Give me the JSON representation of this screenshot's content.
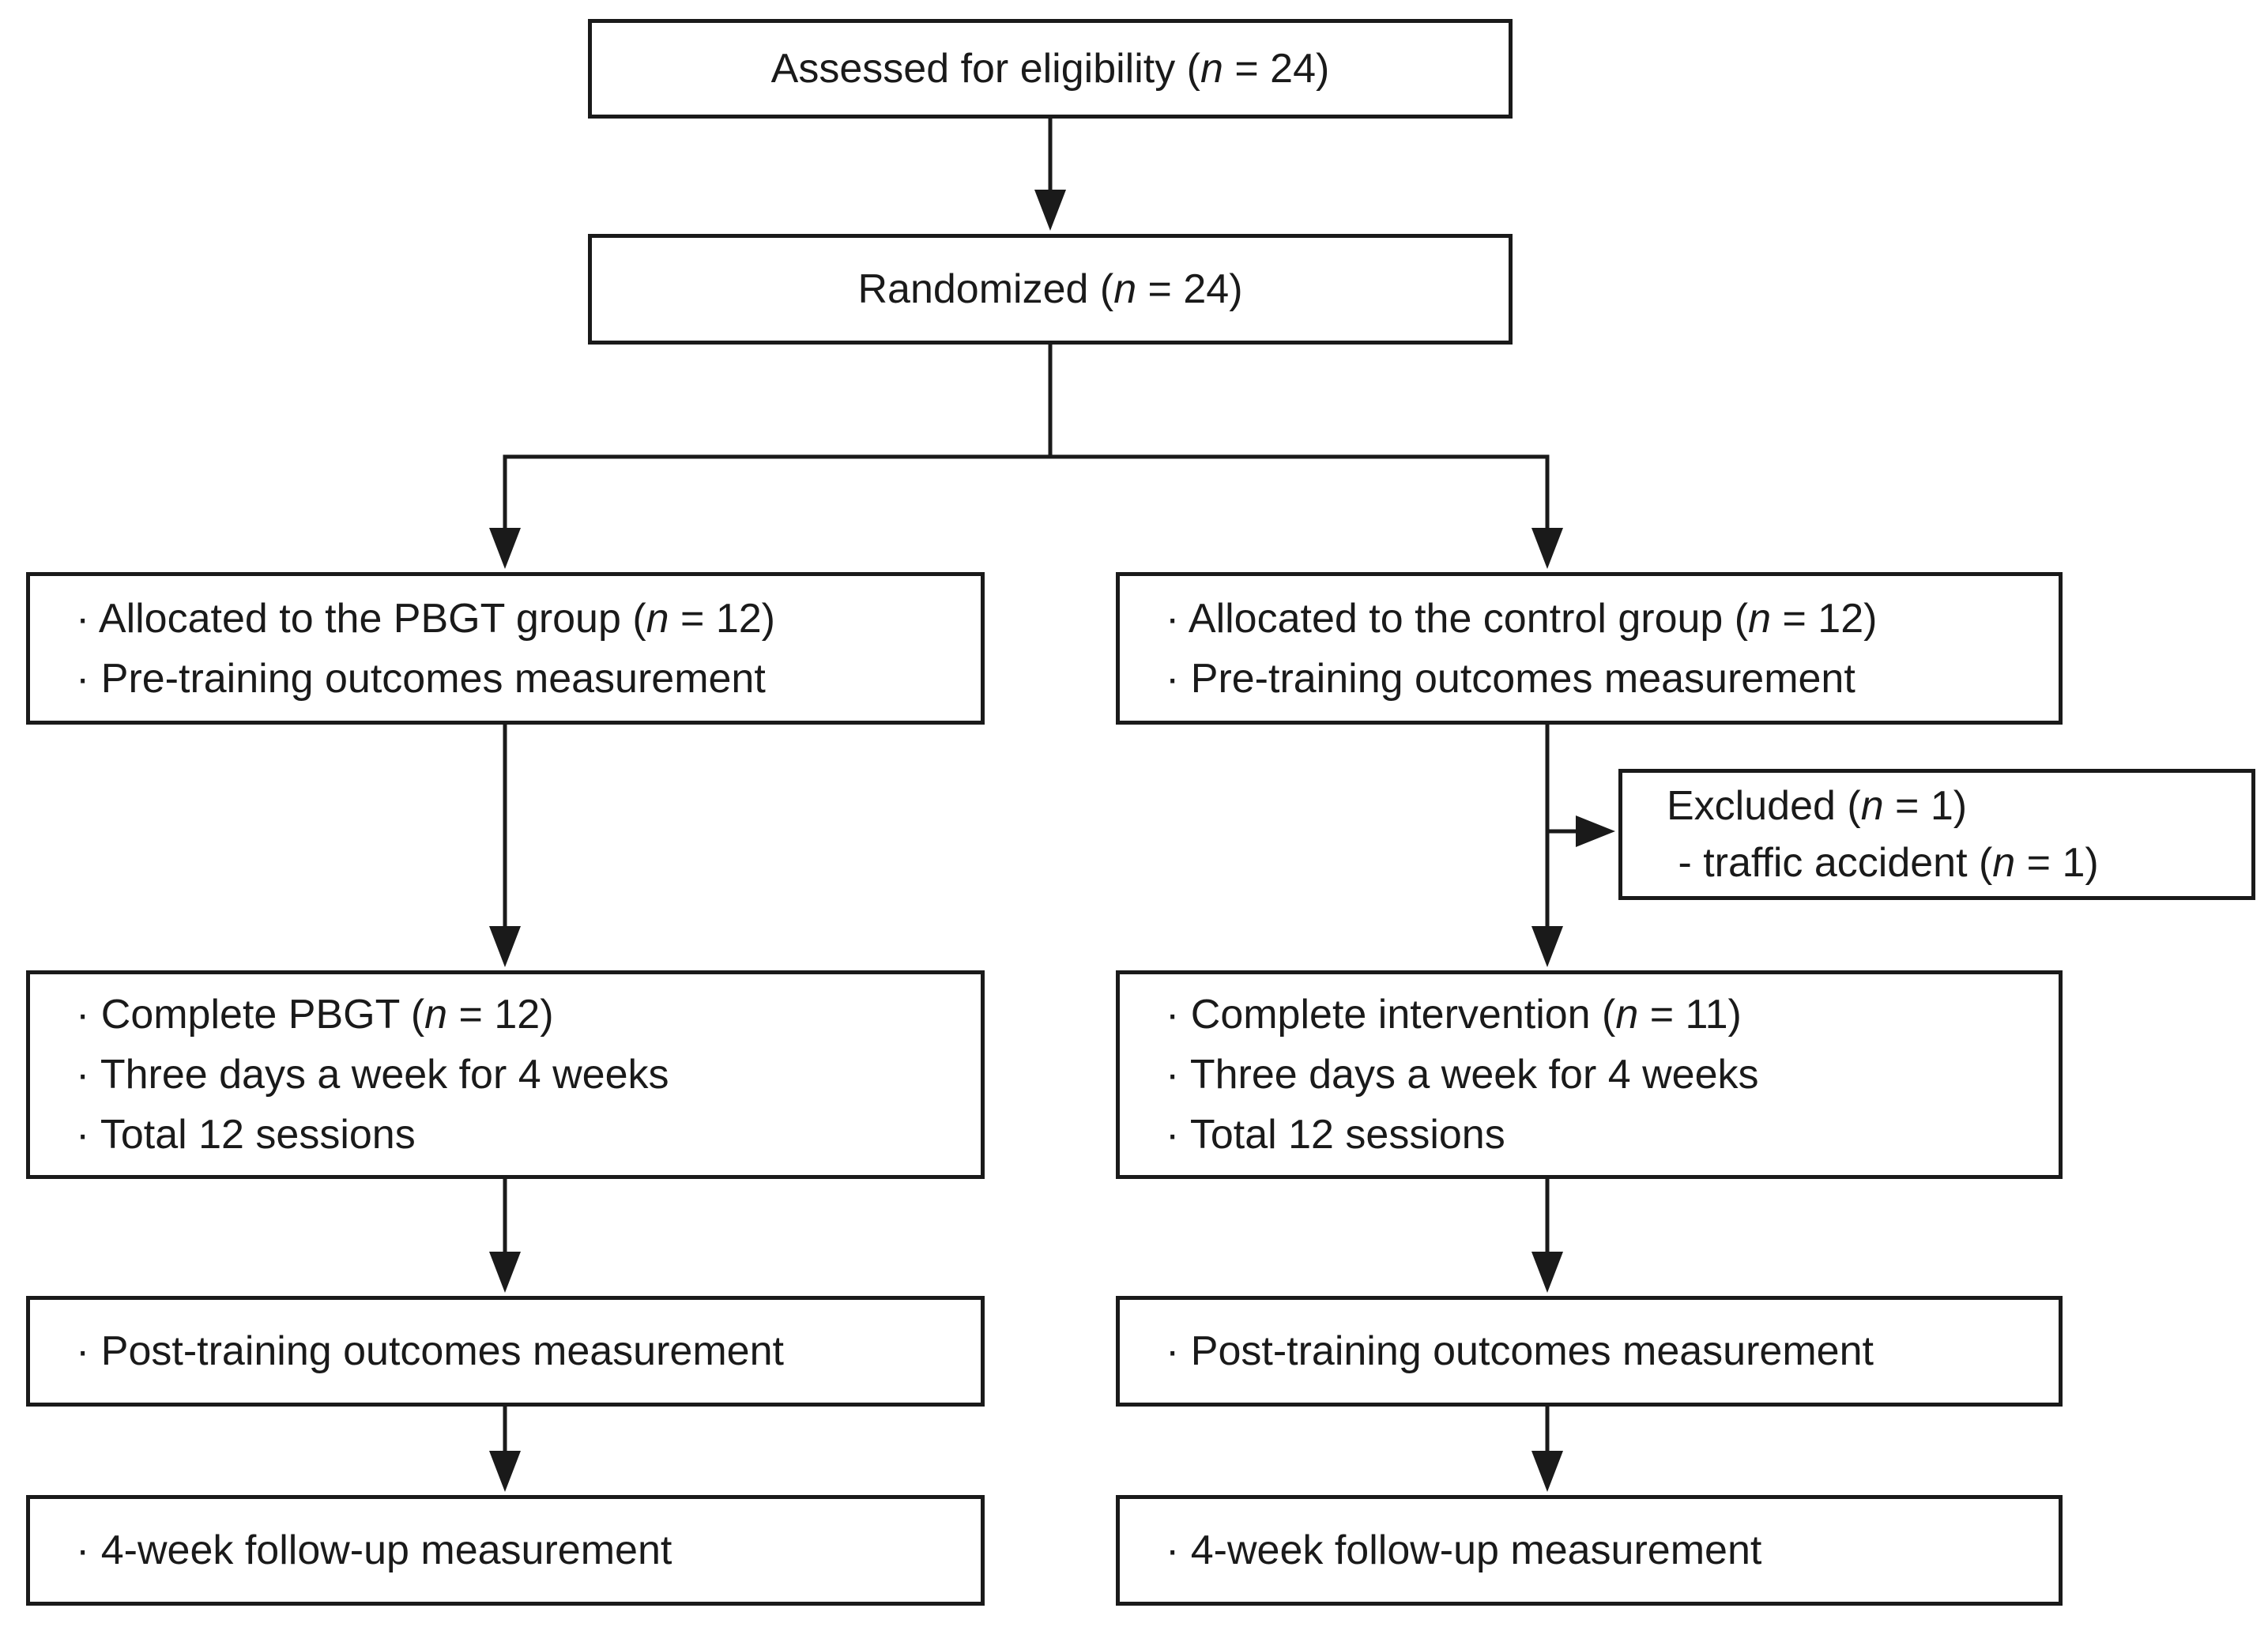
{
  "figure_type": "participant-flow-diagram",
  "colors": {
    "background": "#ffffff",
    "box_border": "#1a1a1a",
    "text": "#1a1a1a",
    "arrow": "#1a1a1a"
  },
  "boxes": {
    "assessed": {
      "lines": [
        {
          "pre": "Assessed for eligibility (",
          "n": "n",
          "post": " = 24)"
        }
      ]
    },
    "randomized": {
      "lines": [
        {
          "pre": "Randomized (",
          "n": "n",
          "post": " = 24)"
        }
      ]
    },
    "alloc_pbgt": {
      "lines": [
        {
          "pre": "· Allocated to the PBGT group (",
          "n": "n",
          "post": " = 12)"
        },
        {
          "pre": "· Pre-training outcomes measurement"
        }
      ]
    },
    "alloc_control": {
      "lines": [
        {
          "pre": "· Allocated to the control group (",
          "n": "n",
          "post": " = 12)"
        },
        {
          "pre": "· Pre-training outcomes measurement"
        }
      ]
    },
    "excluded": {
      "lines": [
        {
          "pre": "Excluded (",
          "n": "n",
          "post": " = 1)"
        },
        {
          "pre": " - traffic accident (",
          "n": "n",
          "post": " = 1)"
        }
      ]
    },
    "complete_pbgt": {
      "lines": [
        {
          "pre": "· Complete PBGT (",
          "n": "n",
          "post": " = 12)"
        },
        {
          "pre": "· Three days a week for 4 weeks"
        },
        {
          "pre": "· Total 12 sessions"
        }
      ]
    },
    "complete_control": {
      "lines": [
        {
          "pre": "· Complete intervention (",
          "n": "n",
          "post": " = 11)"
        },
        {
          "pre": "· Three days a week for 4 weeks"
        },
        {
          "pre": "· Total 12 sessions"
        }
      ]
    },
    "post_pbgt": {
      "lines": [
        {
          "pre": "· Post-training outcomes measurement"
        }
      ]
    },
    "post_control": {
      "lines": [
        {
          "pre": "· Post-training outcomes measurement"
        }
      ]
    },
    "followup_pbgt": {
      "lines": [
        {
          "pre": "· 4-week follow-up measurement"
        }
      ]
    },
    "followup_control": {
      "lines": [
        {
          "pre": "· 4-week follow-up measurement"
        }
      ]
    }
  }
}
